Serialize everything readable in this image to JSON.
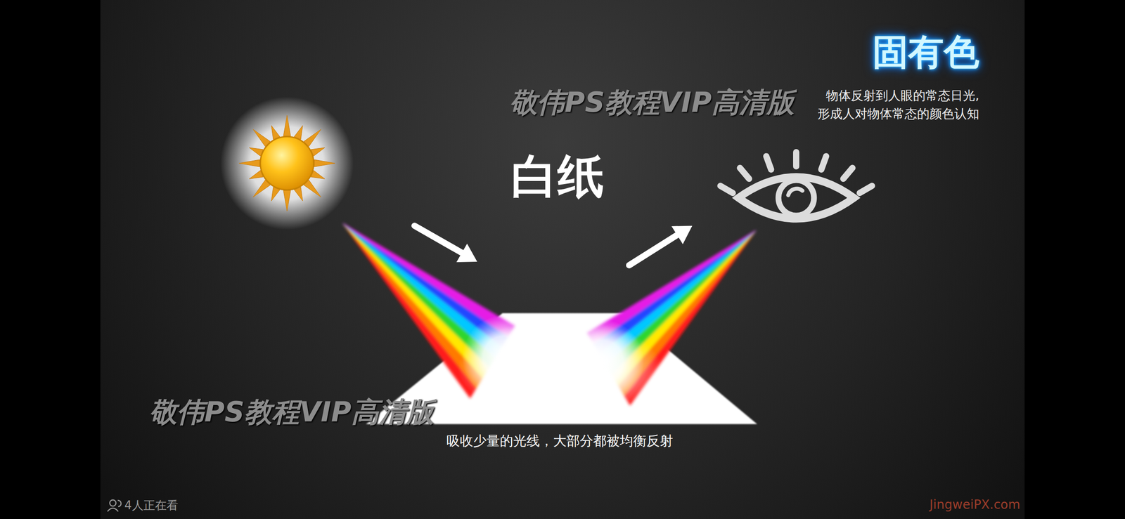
{
  "diagram": {
    "title": "固有色",
    "labels": [
      "物体反射到人眼的常态日光, 形成人对物体常态的颜色认知",
      "敬伟PS教程VIP高清版",
      "白纸",
      "敬伟PS教程VIP高清版",
      "吸收少量的光线，大部分都被均衡反射",
      "4人正在看",
      "JingweiPX.com"
    ]
  }
}
